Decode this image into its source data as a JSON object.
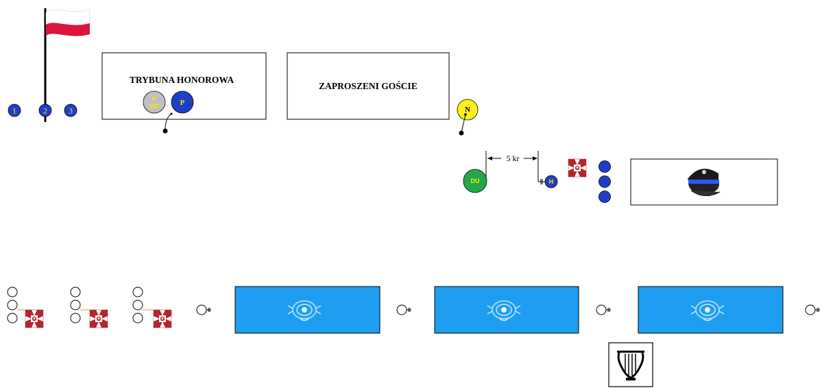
{
  "flag_post": {
    "markers": [
      "1",
      "2",
      "3"
    ],
    "flag_colors": {
      "top": "#ffffff",
      "bottom": "#dc143c"
    }
  },
  "boxes": {
    "tribune": {
      "title": "TRYBUNA HONOROWA"
    },
    "guests": {
      "title": "ZAPROSZENI GOŚCIE"
    }
  },
  "officials": {
    "kdo": "K\nDO",
    "president": "P",
    "commander_n": "N",
    "parade_commander": "DU",
    "herald": "H"
  },
  "distance_label": "5 kr",
  "units": {
    "flag_icon": "military-banner-icon",
    "cap_icon": "police-cap-icon",
    "banner_icon": "navy-emblem-icon",
    "band_icon": "lyre-icon"
  },
  "colors": {
    "blue_dot": "#1f3ec8",
    "green_dot": "#22a84a",
    "yellow_dot": "#ffef1a",
    "grey_dot": "#c0c0c0",
    "banner_fill": "#1e9ef0",
    "flag_red": "#b3262d",
    "label_yellow": "#ffe600"
  }
}
